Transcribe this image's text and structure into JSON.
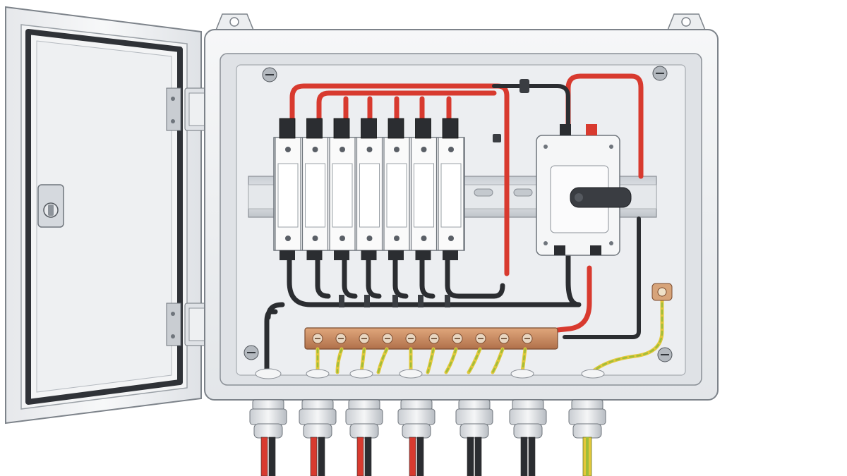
{
  "scene": {
    "subject": "electrical-enclosure",
    "colors": {
      "background": "#ffffff",
      "enclosure": "#f1f2f4",
      "enclosure_edge": "#8a8f96",
      "inner_panel": "#e9ebee",
      "gasket": "#2f3237",
      "din_rail": "#d7dbe0",
      "breaker_body": "#fafafa",
      "wire_red": "#d83a2f",
      "wire_black": "#2b2d31",
      "wire_ground_green": "#9fbd3a",
      "wire_ground_yellow": "#e3c83a",
      "copper_busbar": "#c88d63",
      "switch_handle": "#3a3d42"
    },
    "icons": {
      "door_latch": "latch-icon",
      "screw": "screw-icon",
      "ground_lug": "ground-lug-icon"
    },
    "counts": {
      "breakers": 7,
      "busbar_terminals": 10,
      "cable_glands": 7
    }
  }
}
